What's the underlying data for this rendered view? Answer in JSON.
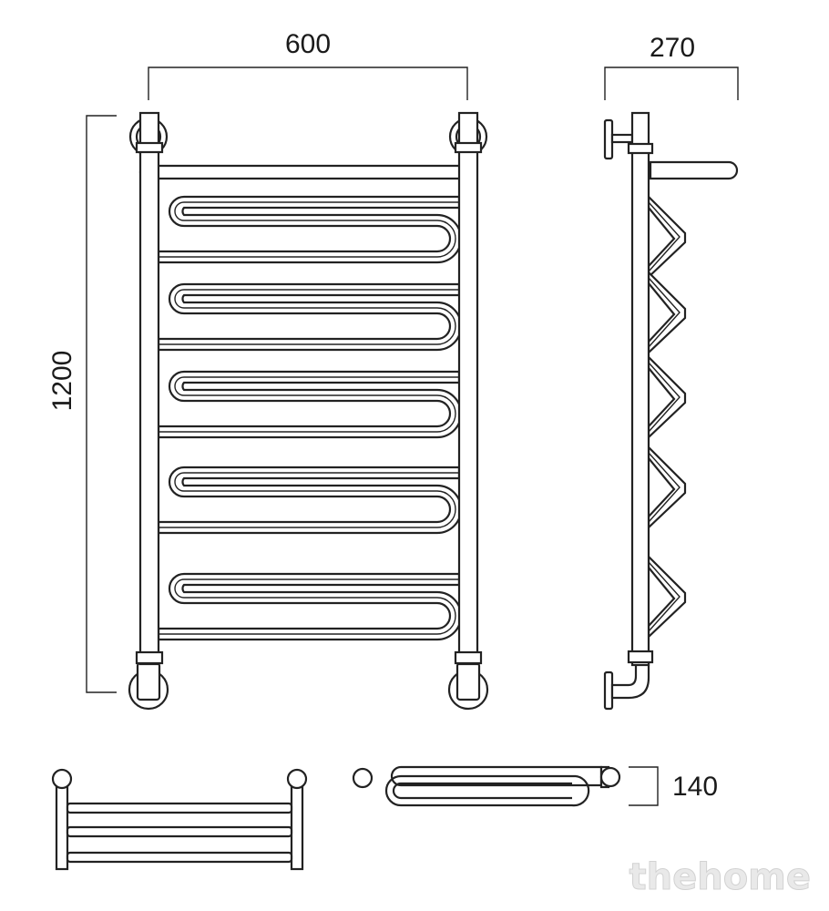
{
  "dimensions": {
    "width": "600",
    "height": "1200",
    "depth": "270",
    "top_depth": "140"
  },
  "watermark": "thehome",
  "product": {
    "loops": 5,
    "side_hooks": 5
  }
}
